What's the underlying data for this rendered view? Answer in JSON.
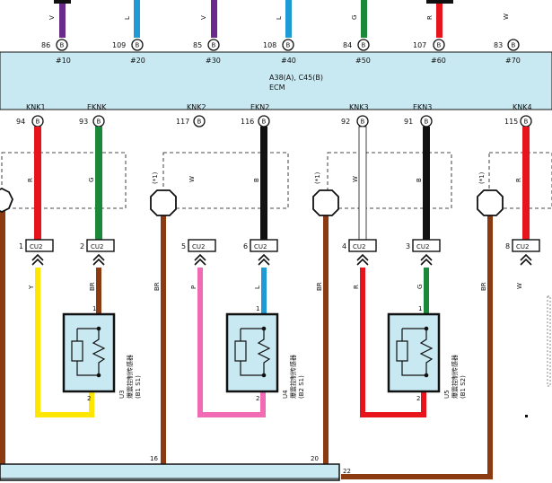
{
  "ecm": {
    "line1": "A38(A), C45(B)",
    "line2": "ECM"
  },
  "top_pins": [
    {
      "pin": "86",
      "conn": "B",
      "color_code": "V",
      "color": "#6a2a8c",
      "hash": "#10"
    },
    {
      "pin": "109",
      "conn": "B",
      "color_code": "L",
      "color": "#1e9ad6",
      "hash": "#20"
    },
    {
      "pin": "85",
      "conn": "B",
      "color_code": "V",
      "color": "#6a2a8c",
      "hash": "#30"
    },
    {
      "pin": "108",
      "conn": "B",
      "color_code": "L",
      "color": "#1e9ad6",
      "hash": "#40"
    },
    {
      "pin": "84",
      "conn": "B",
      "color_code": "G",
      "color": "#1a8a3a",
      "hash": "#50"
    },
    {
      "pin": "107",
      "conn": "B",
      "color_code": "R",
      "color": "#e8141c",
      "hash": "#60"
    },
    {
      "pin": "83",
      "conn": "B",
      "color_code": "W",
      "color": "#ffffff",
      "hash": "#70"
    }
  ],
  "bottom_pins": [
    {
      "name": "KNK1",
      "pin": "94",
      "conn": "B"
    },
    {
      "name": "EKNK",
      "pin": "93",
      "conn": "B"
    },
    {
      "name": "KNK2",
      "pin": "117",
      "conn": "B"
    },
    {
      "name": "EKN2",
      "pin": "116",
      "conn": "B"
    },
    {
      "name": "KNK3",
      "pin": "92",
      "conn": "B"
    },
    {
      "name": "EKN3",
      "pin": "91",
      "conn": "B"
    },
    {
      "name": "KNK4",
      "pin": "115",
      "conn": "B"
    }
  ],
  "wire_codes": {
    "r": "R",
    "g": "G",
    "w": "W",
    "b": "B",
    "y": "Y",
    "br": "BR",
    "p": "P",
    "l": "L"
  },
  "shield_mark": "(*1)",
  "connector_label": "CU2",
  "cu2_pins": [
    "1",
    "2",
    "5",
    "6",
    "4",
    "3",
    "8"
  ],
  "sensor_pins": {
    "top": "1",
    "bottom": "2"
  },
  "sensors": [
    {
      "id": "U3",
      "name": "爆震控制传感器",
      "sub": "(B1 S1)"
    },
    {
      "id": "U4",
      "name": "爆震控制传感器",
      "sub": "(B2 S1)"
    },
    {
      "id": "U5",
      "name": "爆震控制传感器",
      "sub": "(B1 S2)"
    }
  ],
  "ground_pins": [
    "16",
    "20",
    "22"
  ],
  "colors": {
    "ecm_fill": "#c9e9f2",
    "red": "#e8141c",
    "green": "#1a8a3a",
    "black": "#111111",
    "white": "#ffffff",
    "yellow": "#ffe600",
    "pink": "#f06ab4",
    "blue": "#1e9ad6",
    "brown": "#8b3a12",
    "purple": "#6a2a8c"
  }
}
